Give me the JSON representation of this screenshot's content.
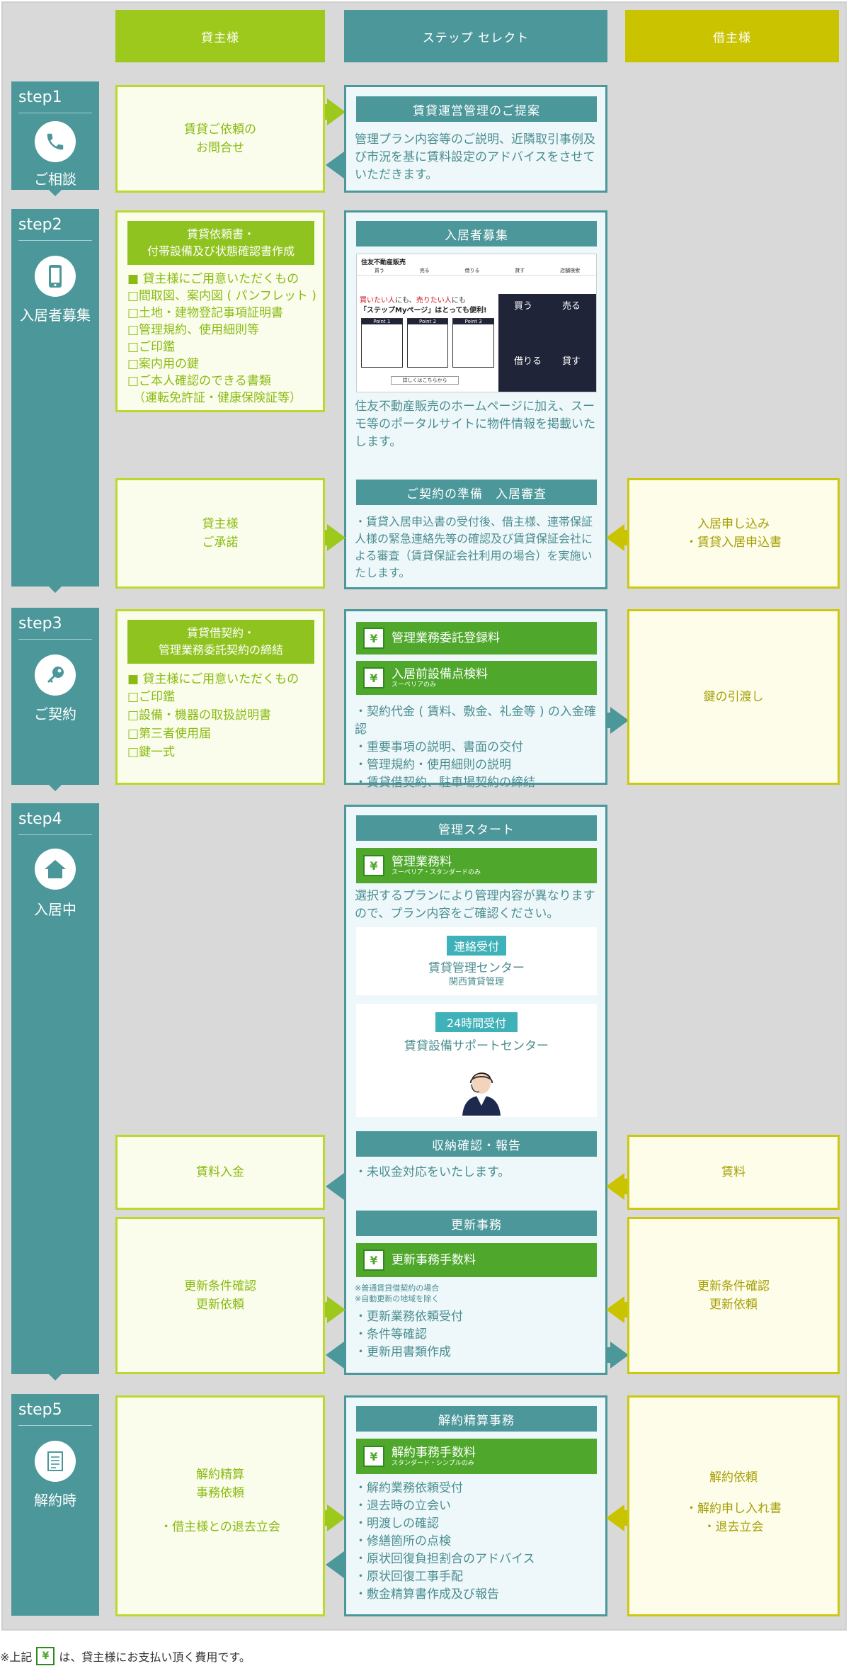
{
  "headers": {
    "lender": "貸主様",
    "middle": "ステップ セレクト",
    "borrower": "借主様"
  },
  "steps": [
    {
      "num": "step1",
      "title": "ご相談",
      "icon": "phone-icon"
    },
    {
      "num": "step2",
      "title": "入居者募集",
      "icon": "smartphone-icon"
    },
    {
      "num": "step3",
      "title": "ご契約",
      "icon": "key-icon"
    },
    {
      "num": "step4",
      "title": "入居中",
      "icon": "house-icon"
    },
    {
      "num": "step5",
      "title": "解約時",
      "icon": "document-icon"
    }
  ],
  "s1": {
    "lender": "賃貸ご依頼の\nお問合せ",
    "title": "賃貸運営管理のご提案",
    "text": "管理プラン内容等のご説明、近隣取引事例及び市況を基に賃料設定のアドバイスをさせていただきます。"
  },
  "s2": {
    "docs_title": "賃貸依頼書・\n付帯設備及び状態確認書作成",
    "docs_head": "■ 貸主様にご用意いただくもの",
    "docs": [
      "□間取図、案内図 ( パンフレット )",
      "□土地・建物登記事項証明書",
      "□管理規約、使用細則等",
      "□ご印鑑",
      "□案内用の鍵",
      "□ご本人確認のできる書類",
      "（運転免許証・健康保険証等）"
    ],
    "recruit_title": "入居者募集",
    "recruit_text": "住友不動産販売のホームページに加え、スーモ等のポータルサイトに物件情報を掲載いたします。",
    "site": {
      "logo": "住友不動産販売",
      "nav": [
        "買う",
        "売る",
        "借りる",
        "貸す",
        "店舗検索"
      ],
      "banner_line1_a": "買いたい人",
      "banner_line1_b": "にも、",
      "banner_line1_c": "売りたい人",
      "banner_line1_d": "にも",
      "banner_line2": "「ステップMyページ」はとっても便利!",
      "points": [
        "Point 1",
        "Point 2",
        "Point 3"
      ],
      "panel": [
        "買う",
        "売る",
        "借りる",
        "貸す"
      ],
      "button": "詳しくはこちらから"
    },
    "approve_lender": "貸主様\nご承諾",
    "screen_title": "ご契約の準備　入居審査",
    "screen_text": "・賃貸入居申込書の受付後、借主様、連帯保証人様の緊急連絡先等の確認及び賃貸保証会社による審査（賃貸保証会社利用の場合）を実施いたします。",
    "apply_borrower": "入居申し込み\n・賃貸入居申込書"
  },
  "s3": {
    "contract_title": "賃貸借契約・\n管理業務委託契約の締結",
    "docs_head": "■ 貸主様にご用意いただくもの",
    "docs": [
      "□ご印鑑",
      "□設備・機器の取扱説明書",
      "□第三者使用届",
      "□鍵一式"
    ],
    "fee1": "管理業務委託登録料",
    "fee2": "入居前設備点検料",
    "fee2_sub": "スーペリアのみ",
    "items": [
      "・契約代金 ( 賃料、敷金、礼金等 ) の入金確認",
      "・重要事項の説明、書面の交付",
      "・管理規約・使用細則の説明",
      "・賃貸借契約、駐車場契約の締結"
    ],
    "borrower": "鍵の引渡し"
  },
  "s4": {
    "start_title": "管理スタート",
    "fee": "管理業務料",
    "fee_sub": "スーペリア・スタンダードのみ",
    "text": "選択するプランにより管理内容が異なりますので、プラン内容をご確認ください。",
    "contact_tag": "連絡受付",
    "contact_name": "賃貸管理センター",
    "contact_sub": "関西賃貸管理",
    "h24_tag": "24時間受付",
    "h24_name": "賃貸設備サポートセンター",
    "rent_lender": "賃料入金",
    "collect_title": "収納確認・報告",
    "collect_text": "・未収金対応をいたします。",
    "rent_borrower": "賃料",
    "renew_lender": "更新条件確認\n更新依頼",
    "renew_title": "更新事務",
    "renew_fee": "更新事務手数料",
    "renew_notes": [
      "※普通賃貸借契約の場合",
      "※自動更新の地域を除く"
    ],
    "renew_items": [
      "・更新業務依頼受付",
      "・条件等確認",
      "・更新用書類作成"
    ],
    "renew_borrower": "更新条件確認\n更新依頼"
  },
  "s5": {
    "lender_a": "解約精算\n事務依頼",
    "lender_b": "・借主様との退去立会",
    "title": "解約精算事務",
    "fee": "解約事務手数料",
    "fee_sub": "スタンダード・シンプルのみ",
    "items": [
      "・解約業務依頼受付",
      "・退去時の立会い",
      "・明渡しの確認",
      "・修繕箇所の点検",
      "・原状回復負担割合のアドバイス",
      "・原状回復工事手配",
      "・敷金精算書作成及び報告"
    ],
    "borrower_a": "解約依頼",
    "borrower_b": "・解約申し入れ書\n・退去立会"
  },
  "footnote": {
    "prefix": "※上記",
    "yen": "¥",
    "suffix": "は、貸主様にお支払い頂く費用です。"
  },
  "colors": {
    "teal": "#4b979a",
    "green": "#9dc81c",
    "olive": "#c9c300",
    "fee_green": "#4fa82c"
  }
}
